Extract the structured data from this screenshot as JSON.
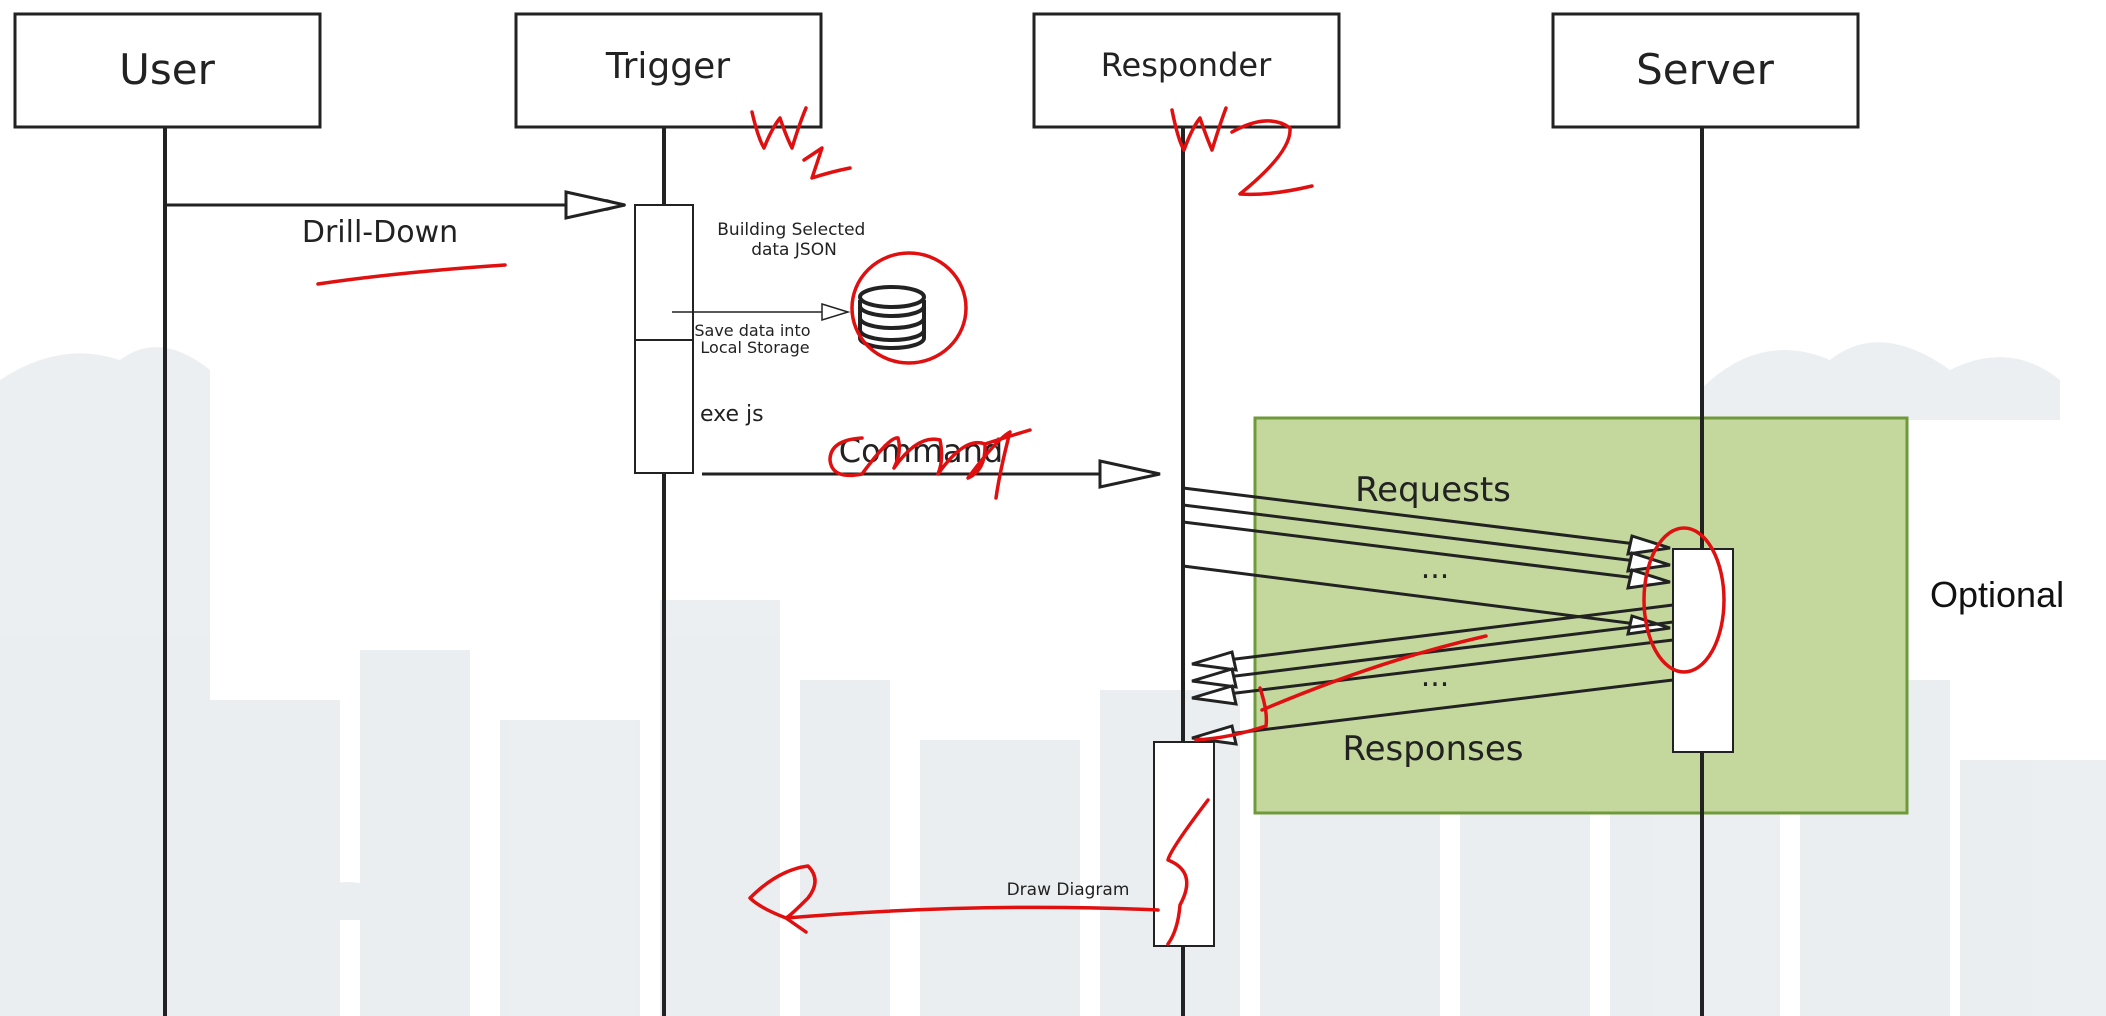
{
  "participants": {
    "user": "User",
    "trigger": "Trigger",
    "responder": "Responder",
    "server": "Server"
  },
  "messages": {
    "drill_down": "Drill-Down",
    "building": [
      "Building Selected",
      "data JSON"
    ],
    "save": [
      "Save data into",
      "Local Storage"
    ],
    "exe_js": "exe js",
    "command": "Command",
    "requests": "Requests",
    "dots_requests": "...",
    "dots_responses": "...",
    "responses": "Responses",
    "draw_diagram": "Draw Diagram",
    "optional": "Optional"
  },
  "handwritten": {
    "w1": "W1",
    "w2": "W2"
  },
  "colors": {
    "background": "#ffffff",
    "faded_skyline": "#e7ebee",
    "line": "#222222",
    "optional_box_fill": "#c4d89e",
    "optional_box_border": "#6f9a3a",
    "annotation_red": "#e01010"
  }
}
